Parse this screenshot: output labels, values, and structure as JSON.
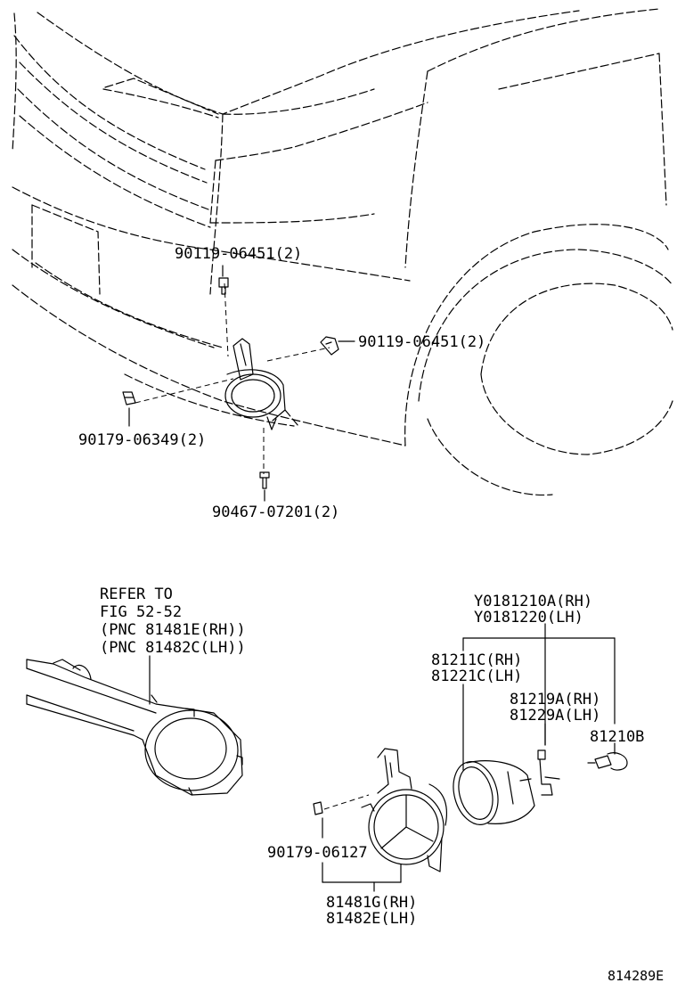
{
  "top_callouts": {
    "bolt_top": "90119-06451(2)",
    "bolt_right": "90119-06451(2)",
    "clip_left": "90179-06349(2)",
    "screw_bottom": "90467-07201(2)"
  },
  "refer_note": {
    "line1": "REFER TO",
    "line2": "FIG 52-52",
    "line3": "(PNC 81481E(RH))",
    "line4": "(PNC 81482C(LH))"
  },
  "fog_lamp_assembly": {
    "rh": "Y0181210A(RH)",
    "lh": "Y0181220(LH)"
  },
  "unit": {
    "rh": "81211C(RH)",
    "lh": "81221C(LH)"
  },
  "socket": {
    "rh": "81219A(RH)",
    "lh": "81229A(LH)"
  },
  "bulb": "81210B",
  "clip_bottom": "90179-06127",
  "bracket": {
    "rh": "81481G(RH)",
    "lh": "81482E(LH)"
  },
  "figure_id": "814289E"
}
